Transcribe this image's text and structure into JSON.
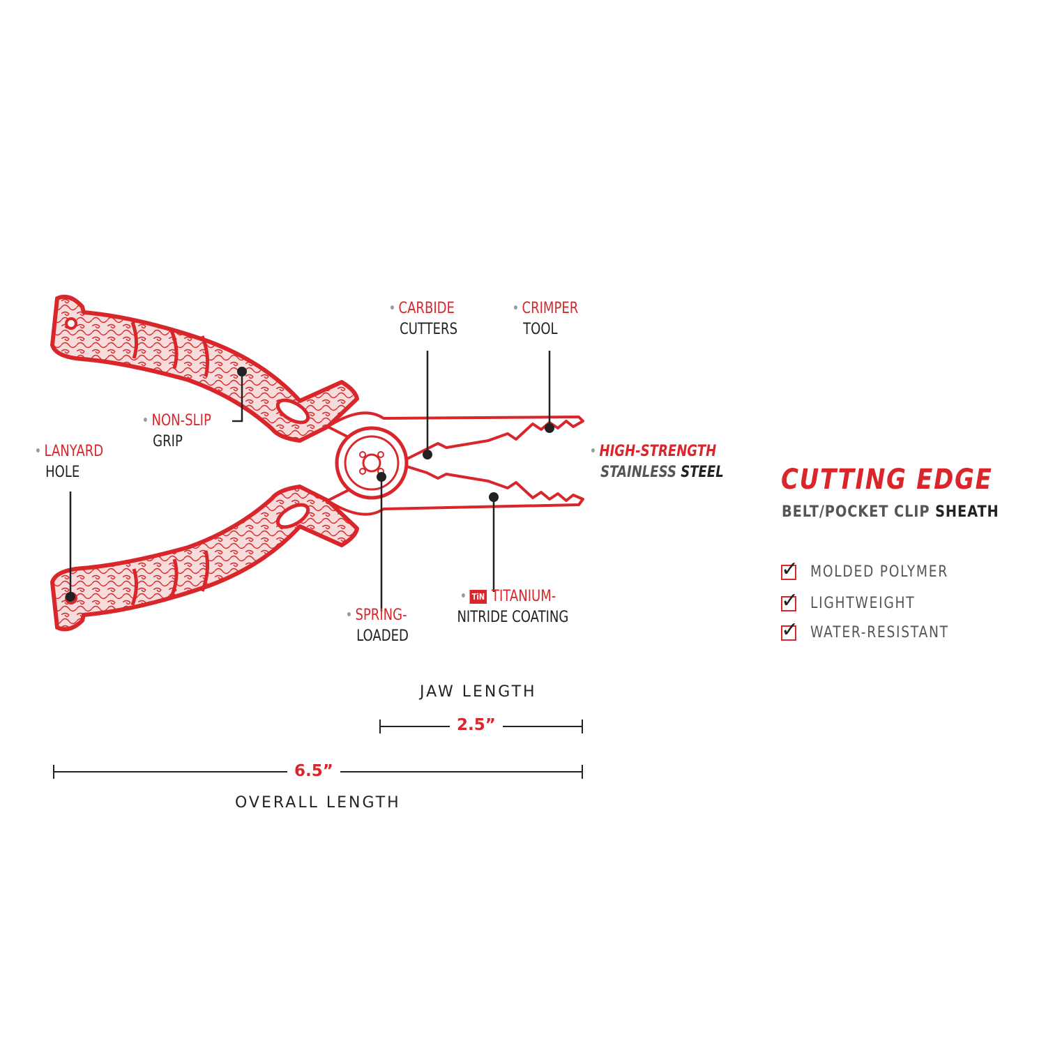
{
  "callouts": {
    "carbide": {
      "line1": "CARBIDE",
      "line2": "CUTTERS"
    },
    "crimper": {
      "line1": "CRIMPER",
      "line2": "TOOL"
    },
    "nonslip": {
      "line1": "NON-SLIP",
      "line2": "GRIP"
    },
    "lanyard": {
      "line1": "LANYARD",
      "line2": "HOLE"
    },
    "steel": {
      "line1": "HIGH-STRENGTH",
      "line2a": "STAINLESS",
      "line2b": "STEEL"
    },
    "spring": {
      "line1": "SPRING-",
      "line2": "LOADED"
    },
    "titanium": {
      "badge": "TiN",
      "line1": "TITANIUM-",
      "line2": "NITRIDE COATING"
    }
  },
  "dimensions": {
    "jaw": {
      "label": "JAW LENGTH",
      "value": "2.5”"
    },
    "overall": {
      "label": "OVERALL LENGTH",
      "value": "6.5”"
    }
  },
  "sheath": {
    "title": "CUTTING EDGE",
    "subtitle_a": "BELT/POCKET CLIP",
    "subtitle_b": "SHEATH",
    "features": [
      "MOLDED POLYMER",
      "LIGHTWEIGHT",
      "WATER-RESISTANT"
    ]
  },
  "colors": {
    "accent": "#d8262b",
    "text": "#222222",
    "muted": "#555555"
  }
}
